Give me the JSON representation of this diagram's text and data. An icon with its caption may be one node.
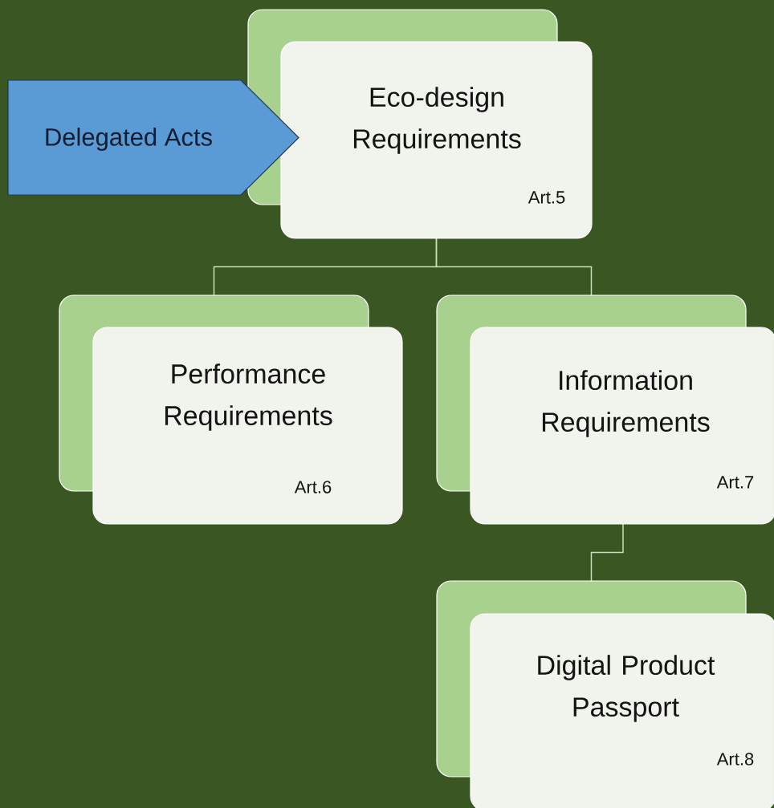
{
  "diagram": {
    "nodes": [
      {
        "text": [
          "Delegated Acts"
        ]
      },
      {
        "text": [
          "Eco-design Requirements",
          "Art.5"
        ]
      },
      {
        "text": [
          "Performance Requirements",
          "Art.6"
        ]
      },
      {
        "text": [
          "Information Requirements",
          "Art.7"
        ]
      },
      {
        "text": [
          "Digital Product Passport",
          "Art.8"
        ]
      }
    ],
    "edges": [
      {
        "from": 1,
        "to": 2,
        "arrow": "none"
      },
      {
        "from": 1,
        "to": 3,
        "arrow": "none"
      },
      {
        "from": 3,
        "to": 4,
        "arrow": "none"
      }
    ]
  }
}
